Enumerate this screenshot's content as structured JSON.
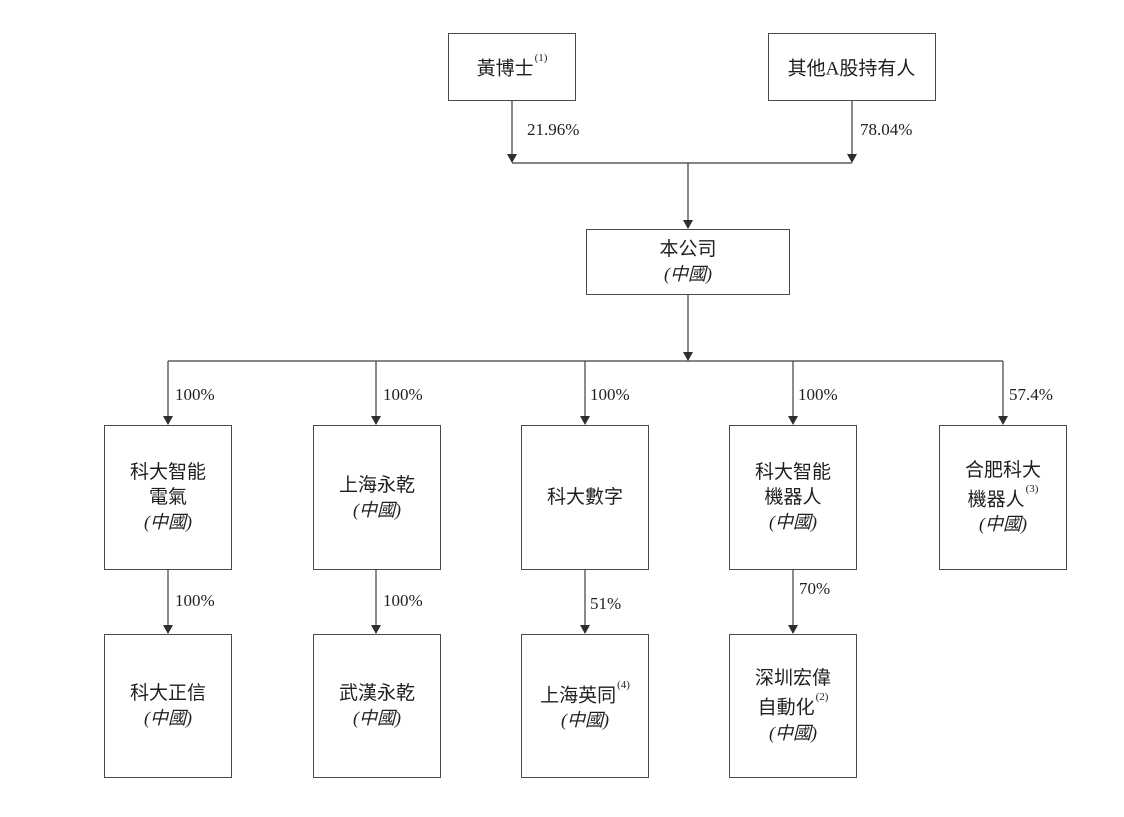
{
  "diagram": {
    "description": "shareholding-structure-diagram",
    "line_color": "#3d3d3d",
    "text_color": "#1f1f1f",
    "top_shareholders": [
      {
        "name": "黃博士",
        "sup": "(1)",
        "ownership": "21.96%"
      },
      {
        "name": "其他A股持有人",
        "sup": "",
        "ownership": "78.04%"
      }
    ],
    "company": {
      "name": "本公司",
      "region": "(中國)"
    },
    "level1_subsidiaries": [
      {
        "name_line1": "科大智能",
        "name_line2": "電氣",
        "sup": "",
        "region": "(中國)",
        "ownership": "100%"
      },
      {
        "name_line1": "上海永乾",
        "name_line2": "",
        "sup": "",
        "region": "(中國)",
        "ownership": "100%"
      },
      {
        "name_line1": "科大數字",
        "name_line2": "",
        "sup": "",
        "region": "",
        "ownership": "100%"
      },
      {
        "name_line1": "科大智能",
        "name_line2": "機器人",
        "sup": "",
        "region": "(中國)",
        "ownership": "100%"
      },
      {
        "name_line1": "合肥科大",
        "name_line2": "機器人",
        "sup": "(3)",
        "region": "(中國)",
        "ownership": "57.4%"
      }
    ],
    "level2_subsidiaries": [
      {
        "name_line1": "科大正信",
        "name_line2": "",
        "sup": "",
        "region": "(中國)",
        "ownership": "100%"
      },
      {
        "name_line1": "武漢永乾",
        "name_line2": "",
        "sup": "",
        "region": "(中國)",
        "ownership": "100%"
      },
      {
        "name_line1": "上海英同",
        "name_line2": "",
        "sup": "(4)",
        "region": "(中國)",
        "ownership": "51%"
      },
      {
        "name_line1": "深圳宏偉",
        "name_line2": "自動化",
        "sup": "(2)",
        "region": "(中國)",
        "ownership": "70%"
      }
    ]
  }
}
